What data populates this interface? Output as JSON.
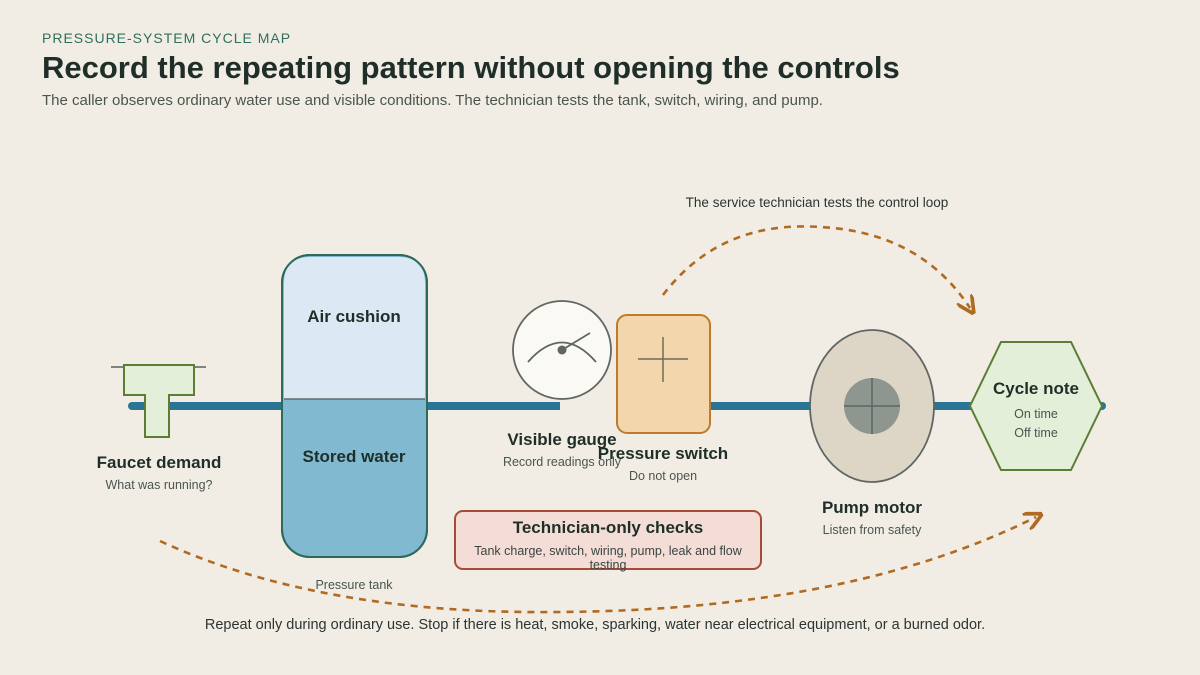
{
  "header": {
    "eyebrow": "PRESSURE-SYSTEM CYCLE MAP",
    "title": "Record the repeating pattern without opening the controls",
    "subtitle": "The caller observes ordinary water use and visible conditions. The technician tests the tank, switch, wiring, and pump."
  },
  "loop_label": "The service technician tests the control loop",
  "nodes": {
    "faucet": {
      "title": "Faucet demand",
      "sub": "What was running?"
    },
    "tank": {
      "air": "Air cushion",
      "water": "Stored water",
      "label": "Pressure tank"
    },
    "gauge": {
      "title": "Visible gauge",
      "sub": "Record readings only"
    },
    "switch": {
      "title": "Pressure switch",
      "sub": "Do not open"
    },
    "pump": {
      "title": "Pump motor",
      "sub": "Listen from safety"
    },
    "cycle": {
      "title": "Cycle note",
      "line1": "On time",
      "line2": "Off time"
    }
  },
  "technician": {
    "title": "Technician-only checks",
    "sub": "Tank charge, switch, wiring, pump, leak and flow testing"
  },
  "footer": "Repeat only during ordinary use. Stop if there is heat, smoke, sparking, water near electrical equipment, or a burned odor.",
  "colors": {
    "pipe": "#2a7595",
    "arrow": "#b06a22",
    "faucet_fill": "#e4efd9",
    "faucet_stroke": "#5c7d35",
    "air_fill": "#dce9f4",
    "water_fill": "#80b9d0",
    "tank_stroke": "#2e6a5a",
    "switch_fill": "#f3d6ab",
    "switch_stroke": "#c07a2e",
    "pump_fill": "#ddd6c6",
    "hex_fill": "#e4efd9",
    "hex_stroke": "#5c7d35"
  }
}
